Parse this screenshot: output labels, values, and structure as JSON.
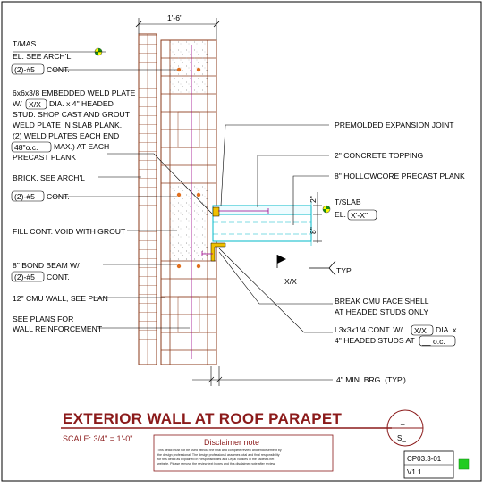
{
  "drawing": {
    "dimension_top": "1'-6\"",
    "labels": {
      "tmas_1": "T/MAS.",
      "tmas_2": "EL. SEE ARCH'L.",
      "cont_top": "CONT.",
      "weld_1": "6x6x3/8 EMBEDDED WELD PLATE",
      "weld_2_pre": "W/",
      "weld_2_post": "DIA. x 4\" HEADED",
      "weld_3": "STUD. SHOP CAST AND GROUT",
      "weld_4": "WELD PLATE IN SLAB PLANK.",
      "weld_5": "(2) WELD PLATES EACH END",
      "weld_6_post": "MAX.) AT EACH",
      "weld_7": "PRECAST PLANK",
      "brick": "BRICK, SEE ARCH'L",
      "cont_mid": "CONT.",
      "fill": "FILL CONT. VOID WITH GROUT",
      "bond_1": "8\" BOND BEAM W/",
      "cont_bond": "CONT.",
      "cmu": "12\" CMU WALL, SEE PLAN",
      "plans_1": "SEE PLANS FOR",
      "plans_2": "WALL REINFORCEMENT",
      "expansion": "PREMOLDED EXPANSION JOINT",
      "topping": "2\" CONCRETE TOPPING",
      "hollowcore": "8\" HOLLOWCORE PRECAST PLANK",
      "tslab": "T/SLAB",
      "el": "EL.",
      "typ": "TYP.",
      "xx_slope": "X/X",
      "break_1": "BREAK CMU FACE SHELL",
      "break_2": "AT HEADED STUDS ONLY",
      "angle_1_pre": "L3x3x1/4 CONT. W/",
      "angle_1_post": "DIA. x",
      "angle_2_pre": "4\" HEADED STUDS AT",
      "min_brg": "4\" MIN. BRG. (TYP.)",
      "dim_2": "2\"",
      "dim_8": "8\""
    },
    "boxes": {
      "rebar_top": "(2)-#5",
      "weld_stud": "X/X",
      "weld_spacing": "48\"o.c.",
      "rebar_mid": "(2)-#5",
      "rebar_bond": "(2)-#5",
      "elevation": "X'-X\"",
      "angle_stud": "X/X",
      "angle_spacing": "__ o.c."
    }
  },
  "title_block": {
    "title": "EXTERIOR WALL AT ROOF PARAPET",
    "scale": "SCALE: 3/4\" = 1'-0\"",
    "disclaimer_title": "Disclaimer note",
    "disclaimer_lines": [
      "This detail must not be used without the final and complete review and endorsement by",
      "the design professional. The design professional assumes total and final responsibility",
      "for this detail as explained in Responsibilities and Legal Notices in the cadetail.net",
      "website. Please remove the review text boxes and this disclaimer note after review."
    ],
    "sheet_number": "CP03.3-01",
    "version": "V1.1",
    "section_top": "_",
    "section_bottom": "S_"
  },
  "colors": {
    "brick": "#8b3a1a",
    "cyan": "#00b8c8",
    "magenta": "#9b008b",
    "title_red": "#8b1a1a",
    "green": "#22cc22",
    "stipple": "#8a8a8a"
  }
}
